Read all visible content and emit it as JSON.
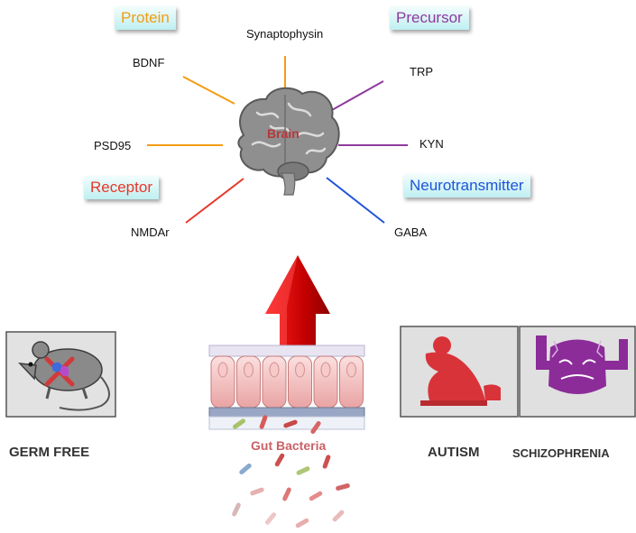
{
  "categories": {
    "protein": {
      "label": "Protein",
      "color": "#f39c12"
    },
    "precursor": {
      "label": "Precursor",
      "color": "#8e3a9e"
    },
    "receptor": {
      "label": "Receptor",
      "color": "#e8372a"
    },
    "neurotransmitter": {
      "label": "Neurotransmitter",
      "color": "#1f55d9"
    }
  },
  "items": {
    "synaptophysin": "Synaptophysin",
    "bdnf": "BDNF",
    "psd95": "PSD95",
    "nmdar": "NMDAr",
    "trp": "TRP",
    "kyn": "KYN",
    "gaba": "GABA"
  },
  "brain": {
    "label": "Brain"
  },
  "gut": {
    "label": "Gut Bacteria"
  },
  "conditions": {
    "germ_free": "GERM FREE",
    "autism": "AUTISM",
    "schizophrenia": "SCHIZOPHRENIA"
  },
  "icons": {
    "mouse": "germ-free-mouse-icon",
    "autism": "autism-person-icon",
    "schizophrenia": "schizophrenia-face-icon"
  }
}
